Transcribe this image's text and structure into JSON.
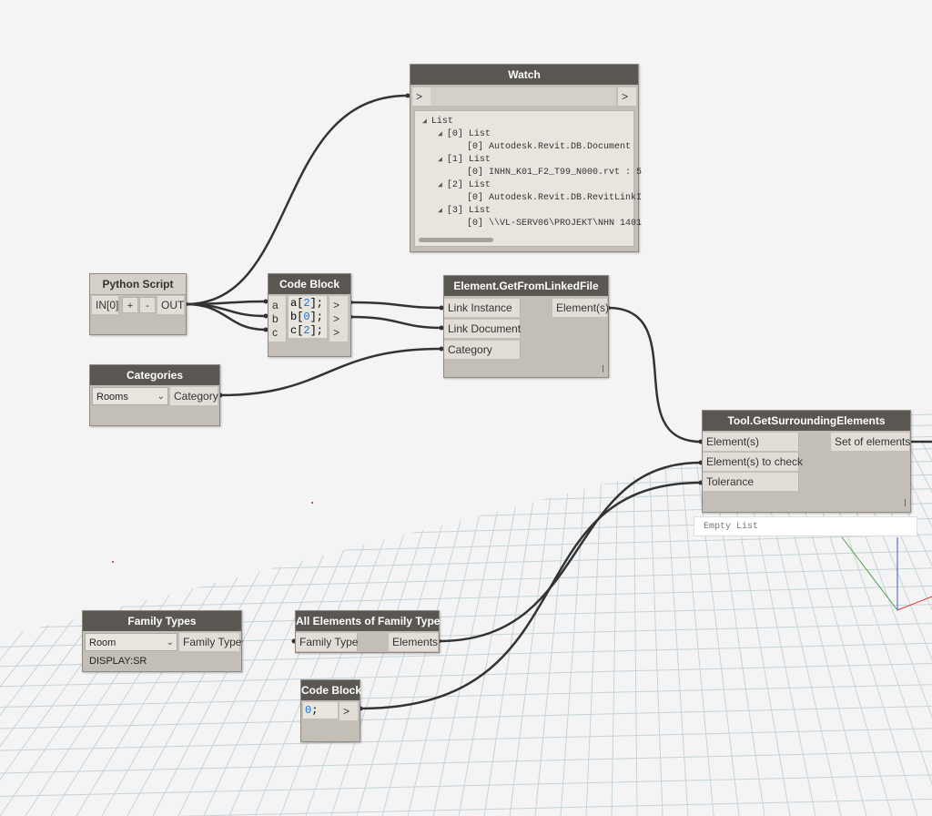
{
  "nodes": {
    "watch": {
      "title": "Watch",
      "input_arrow": ">",
      "output_arrow": ">",
      "tree": [
        {
          "label": "List",
          "expanded": true
        },
        {
          "label": "[0] List",
          "expanded": true
        },
        {
          "label": "[0] Autodesk.Revit.DB.Document",
          "expanded": false
        },
        {
          "label": "[1] List",
          "expanded": true
        },
        {
          "label": "[0] INHN_K01_F2_T99_N000.rvt : 5",
          "expanded": false
        },
        {
          "label": "[2] List",
          "expanded": true
        },
        {
          "label": "[0] Autodesk.Revit.DB.RevitLinkI",
          "expanded": false
        },
        {
          "label": "[3] List",
          "expanded": true
        },
        {
          "label": "[0] \\\\VL-SERV06\\PROJEKT\\NHN 1401",
          "expanded": false
        }
      ]
    },
    "python_script": {
      "title": "Python Script",
      "input": "IN[0]",
      "add": "+",
      "remove": "-",
      "output": "OUT"
    },
    "code_block_1": {
      "title": "Code Block",
      "ports": [
        "a",
        "b",
        "c"
      ],
      "lines": [
        {
          "var": "a",
          "index": "2"
        },
        {
          "var": "b",
          "index": "0"
        },
        {
          "var": "c",
          "index": "2"
        }
      ],
      "out_arrow": ">"
    },
    "get_from_linked": {
      "title": "Element.GetFromLinkedFile",
      "inputs": [
        "Link Instance",
        "Link Document",
        "Category"
      ],
      "output": "Element(s)",
      "lacing": "l"
    },
    "categories": {
      "title": "Categories",
      "selected": "Rooms",
      "output": "Category"
    },
    "surrounding": {
      "title": "Tool.GetSurroundingElements",
      "inputs": [
        "Element(s)",
        "Element(s) to check",
        "Tolerance"
      ],
      "output": "Set of elements",
      "lacing": "l",
      "preview": "Empty List"
    },
    "family_types": {
      "title": "Family Types",
      "selected": "Room DISPLAY:SR",
      "output": "Family Type"
    },
    "all_elements": {
      "title": "All Elements of Family Type",
      "input": "Family Type",
      "output": "Elements"
    },
    "code_block_2": {
      "title": "Code Block",
      "code_num": "0",
      "code_suffix": ";",
      "out_arrow": ">"
    }
  },
  "colors": {
    "background": "#f4f4f4",
    "node_body": "#c4bfb6",
    "node_header": "#5a5753",
    "wire": "#333333",
    "grid": "#c6d3db",
    "number": "#1f6fd1"
  },
  "icons": [
    "chevron-down-icon",
    "expand-triangle-icon",
    "resize-grip-icon"
  ]
}
